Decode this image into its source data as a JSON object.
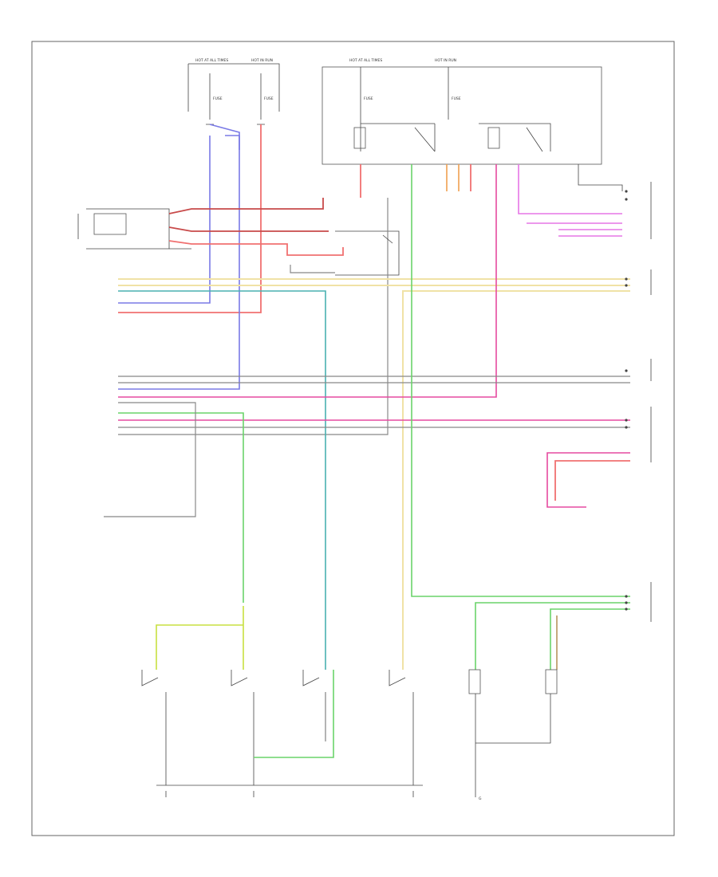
{
  "diagram": {
    "footer_code": "",
    "labels": {
      "hot_at_all_times_left": "HOT AT ALL TIMES",
      "hot_in_run_left": "HOT IN RUN",
      "hot_at_all_times_right": "HOT AT ALL TIMES",
      "hot_in_run_right": "HOT IN RUN",
      "fuse_left": "FUSE",
      "fuse_right": "FUSE",
      "ground": "G"
    }
  }
}
